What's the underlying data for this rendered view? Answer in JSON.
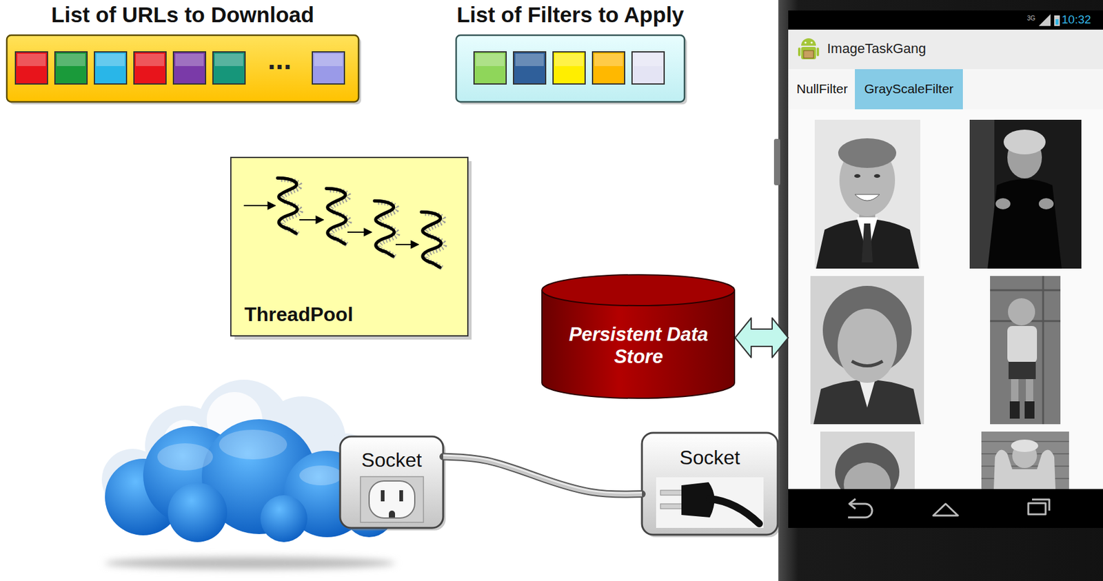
{
  "diagram": {
    "nodes": [
      {
        "text": [
          "List of URLs to Download",
          "..."
        ]
      },
      {
        "text": [
          "List of Filters to Apply"
        ]
      },
      {
        "text": [
          "10:32",
          "ImageTaskGang"
        ]
      },
      {
        "text": [
          "NullFilter"
        ],
        "in": 2
      },
      {
        "text": [
          "GrayScaleFilter"
        ],
        "in": 2
      },
      {
        "text": [
          "ThreadPool"
        ]
      },
      {
        "text": [
          "Persistent Data Store"
        ]
      },
      {
        "text": [
          "Socket"
        ]
      },
      {
        "text": [
          "Socket"
        ]
      }
    ],
    "edges": [
      {
        "from": 6,
        "to": 2,
        "arrow": "both"
      },
      {
        "from": 7,
        "to": 8,
        "arrow": "none"
      }
    ],
    "labels": [
      "3G"
    ]
  }
}
